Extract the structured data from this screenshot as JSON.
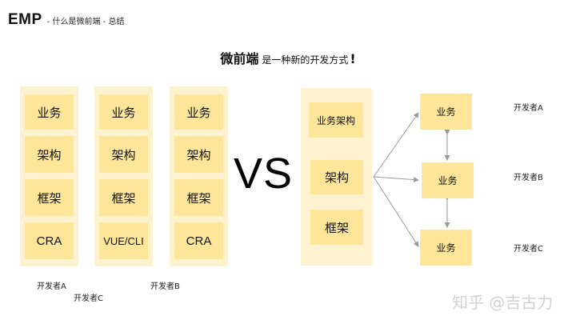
{
  "header": {
    "brand": "EMP",
    "subtitle": "- 什么是微前端 - 总结"
  },
  "headline": {
    "strong": "微前端",
    "rest": "是一种新的开发方式",
    "bang": "!"
  },
  "left_stacks": [
    {
      "items": [
        "业务",
        "架构",
        "框架",
        "CRA"
      ],
      "developer": "开发者A"
    },
    {
      "items": [
        "业务",
        "架构",
        "框架",
        "VUE/CLI"
      ],
      "developer": "开发者C"
    },
    {
      "items": [
        "业务",
        "架构",
        "框架",
        "CRA"
      ],
      "developer": "开发者B"
    }
  ],
  "vs_label": "VS",
  "shared_stack": {
    "items": [
      "业务架构",
      "架构",
      "框架"
    ]
  },
  "business_units": [
    {
      "label": "业务",
      "developer": "开发者A"
    },
    {
      "label": "业务",
      "developer": "开发者B"
    },
    {
      "label": "业务",
      "developer": "开发者C"
    }
  ],
  "watermark": "知乎 @吉古力",
  "colors": {
    "column_bg": "#fdf2cf",
    "box_bg": "#fde59a",
    "arrow": "#9a9a9a",
    "watermark": "#d2d2d2"
  }
}
